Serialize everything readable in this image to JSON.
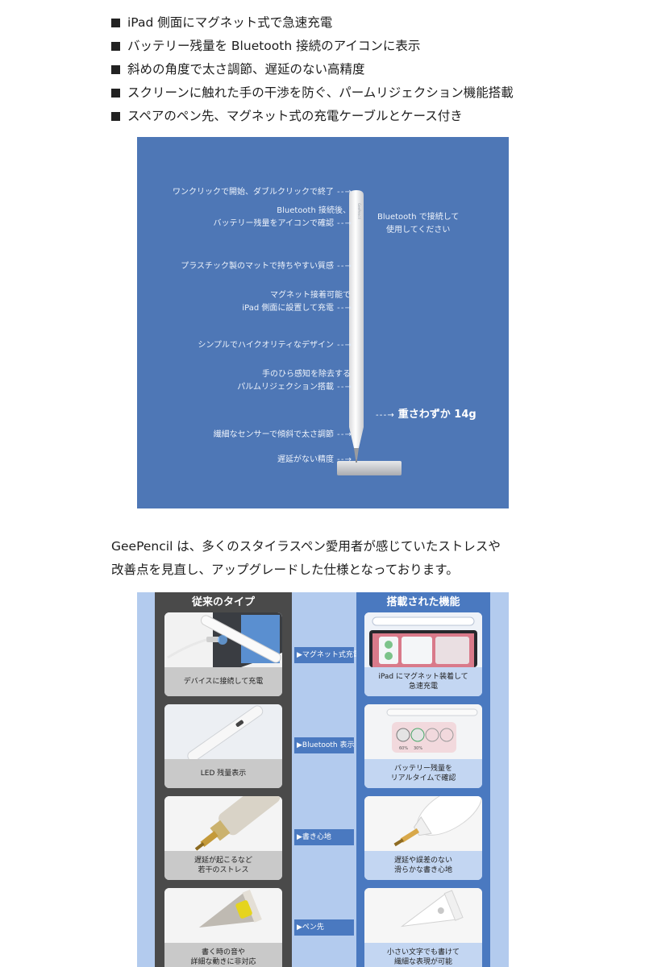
{
  "features": [
    "iPad 側面にマグネット式で急速充電",
    "バッテリー残量を Bluetooth 接続のアイコンに表示",
    "斜めの角度で太さ調節、遅延のない高精度",
    "スクリーンに触れた手の干渉を防ぐ、パームリジェクション機能搭載",
    "スペアのペン先、マグネット式の充電ケーブルとケース付き"
  ],
  "spec": {
    "labels": [
      [
        "ワンクリックで開始、ダブルクリックで終了"
      ],
      [
        "Bluetooth 接続後、",
        "バッテリー残量をアイコンで確認"
      ],
      [
        "プラスチック製のマットで持ちやすい質感"
      ],
      [
        "マグネット接着可能で",
        "iPad 側面に設置して充電"
      ],
      [
        "シンプルでハイクオリティなデザイン"
      ],
      [
        "手のひら感知を除去する",
        "パルムリジェクション搭載"
      ],
      [
        "繊細なセンサーで傾斜で太さ調節"
      ],
      [
        "遅延がない精度"
      ]
    ],
    "right_note": [
      "Bluetooth で接続して",
      "使用してください"
    ],
    "weight": "重さわずか 14g",
    "pencil_brand": "GeePencil"
  },
  "intro": [
    "GeePencil は、多くのスタイラスペン愛用者が感じていたストレスや",
    "改善点を見直し、アップグレードした仕様となっております。"
  ],
  "compare": {
    "old_title": "従来のタイプ",
    "new_title": "搭載された機能",
    "rows": [
      {
        "label": "▶マグネット式充電",
        "old": [
          "デバイスに接続して充電"
        ],
        "new": [
          "iPad にマグネット装着して",
          "急速充電"
        ]
      },
      {
        "label": "▶Bluetooth 表示",
        "old": [
          "LED 残量表示"
        ],
        "new": [
          "バッテリー残量を",
          "リアルタイムで確認"
        ],
        "battery": [
          "60%",
          "30%"
        ]
      },
      {
        "label": "▶書き心地",
        "old": [
          "遅延が起こるなど",
          "若干のストレス"
        ],
        "new": [
          "遅延や誤差のない",
          "滑らかな書き心地"
        ]
      },
      {
        "label": "▶ペン先",
        "old": [
          "書く時の音や",
          "詳細な動きに非対応"
        ],
        "new": [
          "小さい文字でも書けて",
          "繊細な表現が可能"
        ]
      }
    ]
  }
}
